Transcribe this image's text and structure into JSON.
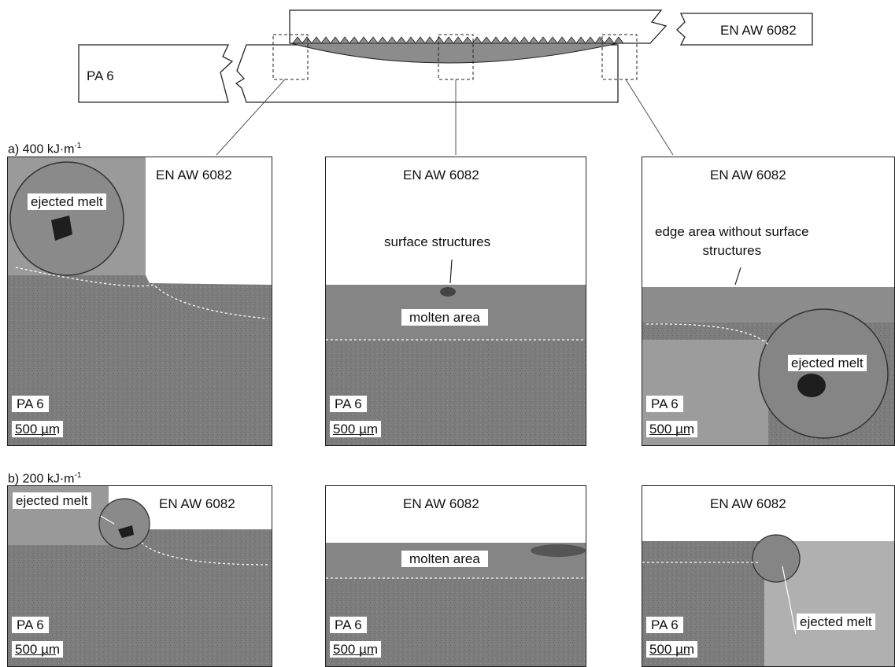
{
  "schematic": {
    "top_material": "EN AW 6082",
    "bottom_material": "PA 6"
  },
  "rows": [
    {
      "label_prefix": "a) 400 kJ·m",
      "label_exp": "-1",
      "panels": [
        {
          "top_label": "EN AW 6082",
          "annotations": [
            "ejected melt"
          ],
          "material": "PA 6",
          "scale": "500 µm"
        },
        {
          "top_label": "EN AW 6082",
          "annotations": [
            "surface structures",
            "molten area"
          ],
          "material": "PA 6",
          "scale": "500 µm"
        },
        {
          "top_label": "EN AW 6082",
          "annotations": [
            "edge area without surface\nstructures",
            "ejected melt"
          ],
          "material": "PA 6",
          "scale": "500 µm"
        }
      ]
    },
    {
      "label_prefix": "b) 200 kJ·m",
      "label_exp": "-1",
      "panels": [
        {
          "top_label": "EN AW 6082",
          "annotations": [
            "ejected melt"
          ],
          "material": "PA 6",
          "scale": "500 µm"
        },
        {
          "top_label": "EN AW 6082",
          "annotations": [
            "molten area"
          ],
          "material": "PA 6",
          "scale": "500 µm"
        },
        {
          "top_label": "EN AW 6082",
          "annotations": [
            "ejected melt"
          ],
          "material": "PA 6",
          "scale": "500 µm"
        }
      ]
    }
  ],
  "colors": {
    "metal": "#ffffff",
    "polymer": "#7d7d7d",
    "polymer_dark": "#5c5c5c",
    "melt_zone": "#8c8c8c",
    "pore": "#1e1e1e",
    "outline": "#222222"
  }
}
